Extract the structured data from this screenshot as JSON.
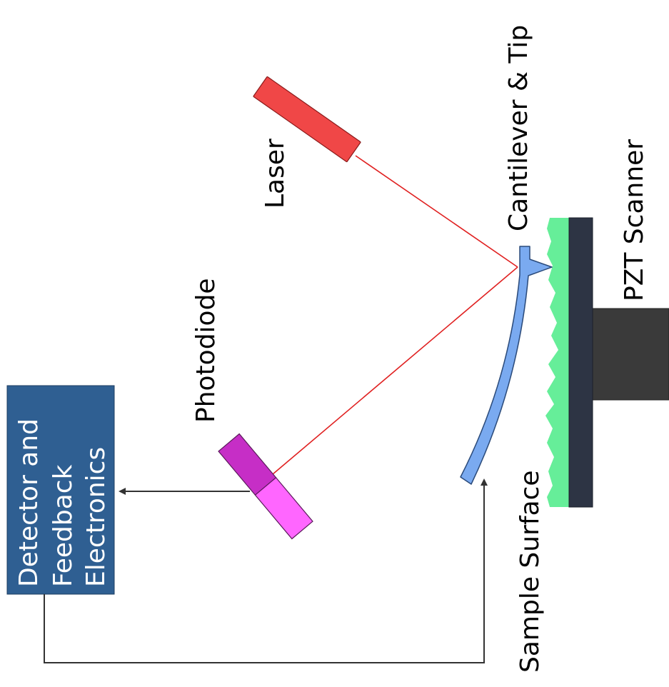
{
  "labels": {
    "laser": "Laser",
    "photodiode": "Photodiode",
    "cantilever": "Cantilever & Tip",
    "scanner": "PZT Scanner",
    "sample": "Sample Surface",
    "electronics_line1": "Detector and",
    "electronics_line2": "Feedback",
    "electronics_line3": "Electronics"
  },
  "colors": {
    "laser_body": "#f04747",
    "laser_beam": "#e02020",
    "photodiode_top": "#c62ec6",
    "photodiode_bottom": "#ff66ff",
    "cantilever": "#7aaaf0",
    "sample": "#66ee99",
    "scanner_plate": "#2d3444",
    "scanner_block": "#3a3a3a",
    "electronics_box": "#2f5f92",
    "wire": "#333333"
  }
}
